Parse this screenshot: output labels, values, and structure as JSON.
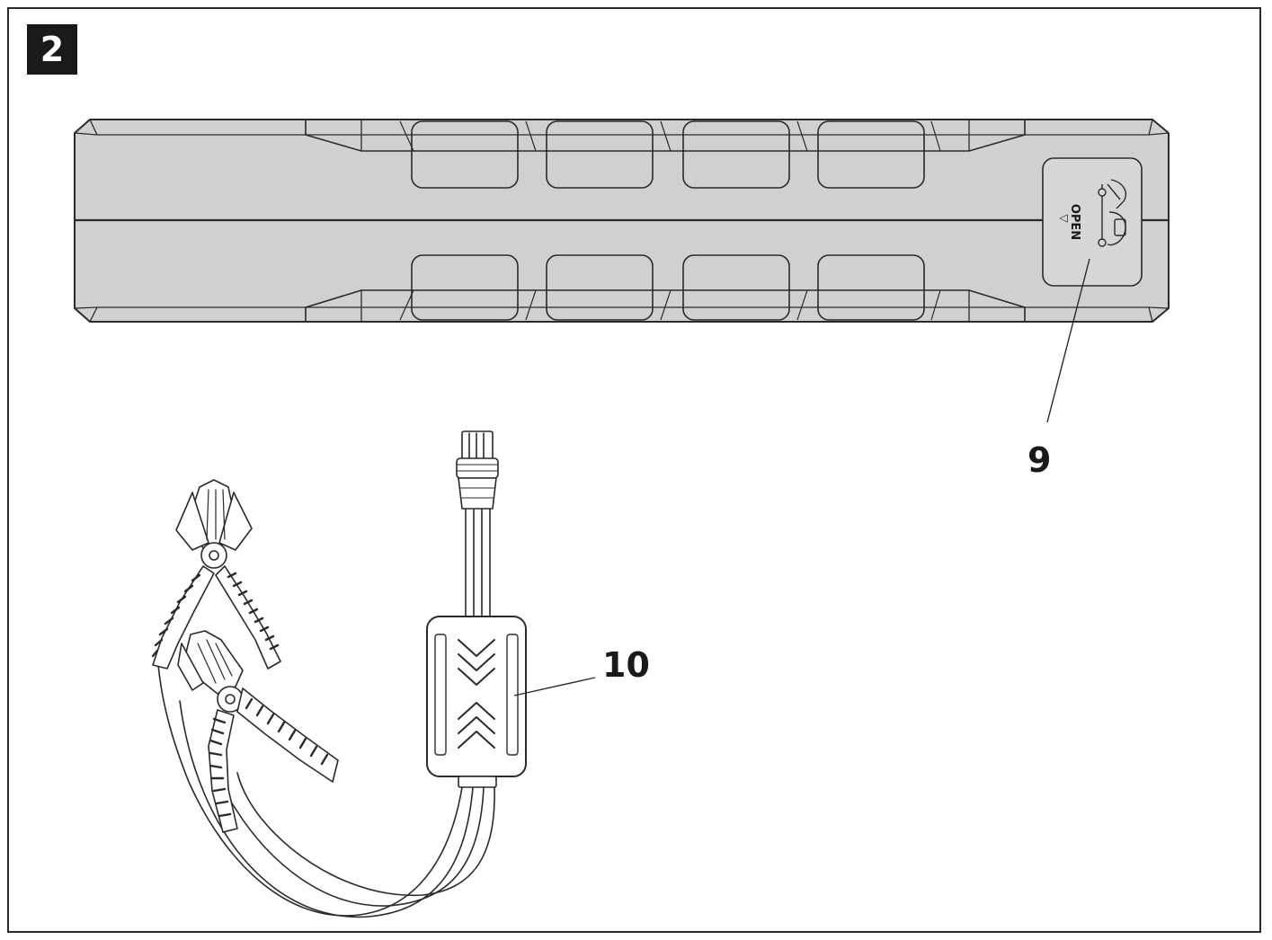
{
  "figure": {
    "number": "2"
  },
  "device": {
    "port_cover_text": "OPEN",
    "port_cover_arrow": "▽"
  },
  "callouts": [
    {
      "id": "9",
      "label": "9",
      "target": "port-cover"
    },
    {
      "id": "10",
      "label": "10",
      "target": "smart-cable-module"
    }
  ],
  "colors": {
    "device_fill": "#d0d0d0",
    "line": "#2a2a2a",
    "badge_bg": "#1a1a1a",
    "badge_text": "#ffffff"
  }
}
